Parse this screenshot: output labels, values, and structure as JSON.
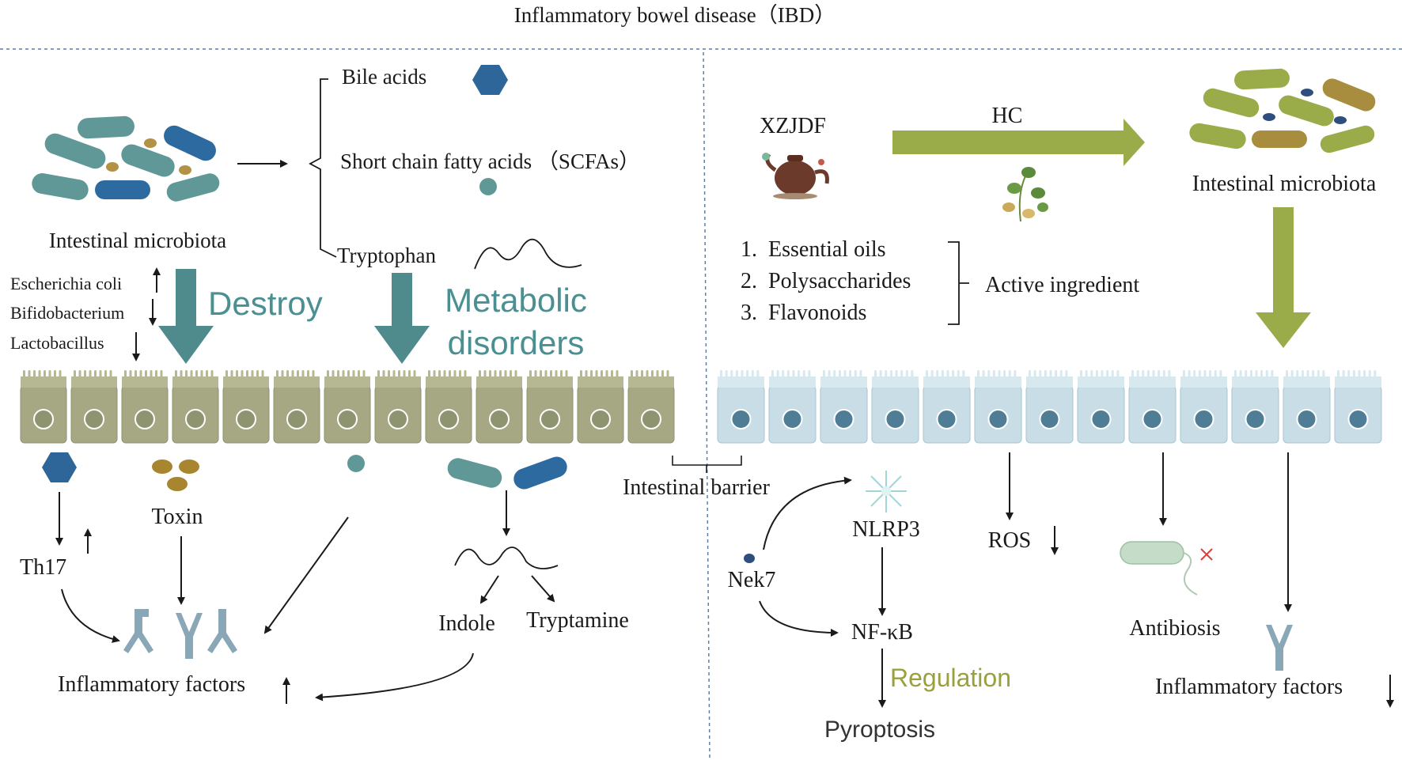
{
  "title": "Inflammatory bowel disease（IBD）",
  "left_panel": {
    "microbiota_label": "Intestinal microbiota",
    "metabolites": {
      "bile_acids": "Bile acids",
      "scfas": "Short chain fatty acids （SCFAs）",
      "tryptophan": "Tryptophan"
    },
    "bacteria_changes": [
      {
        "name": "Escherichia coli",
        "direction": "up"
      },
      {
        "name": "Bifidobacterium",
        "direction": "down"
      },
      {
        "name": "Lactobacillus",
        "direction": "down"
      }
    ],
    "destroy_label": "Destroy",
    "metabolic_line1": "Metabolic",
    "metabolic_line2": "disorders",
    "toxin_label": "Toxin",
    "th17_label": "Th17",
    "inflammatory_label": "Inflammatory factors",
    "indole_label": "Indole",
    "tryptamine_label": "Tryptamine"
  },
  "barrier_label": "Intestinal barrier",
  "right_panel": {
    "xzjdf_label": "XZJDF",
    "hc_label": "HC",
    "microbiota_label": "Intestinal microbiota",
    "ingredients": [
      "1.  Essential oils",
      "2.  Polysaccharides",
      "3.  Flavonoids"
    ],
    "active_label": "Active ingredient",
    "nlrp3_label": "NLRP3",
    "nek7_label": "Nek7",
    "nfkb_label": "NF-κB",
    "regulation_label": "Regulation",
    "pyroptosis_label": "Pyroptosis",
    "ros_label": "ROS",
    "antibiosis_label": "Antibiosis",
    "inflammatory_label": "Inflammatory factors"
  },
  "colors": {
    "left_cell": "#a5a882",
    "right_cell": "#c8dde6",
    "teal_arrow": "#4f8b8c",
    "olive_arrow": "#9aab4a",
    "hexagon_blue": "#2e6699",
    "teal_text": "#4a8f92",
    "regulation_text": "#9aa03e"
  }
}
